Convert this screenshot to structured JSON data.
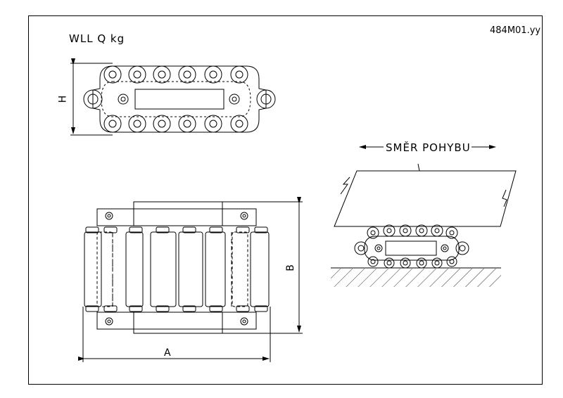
{
  "drawing": {
    "capacity_label": "WLL  Q  kg",
    "drawing_code": "484M01.yy",
    "direction_label": "SMĚR  POHYBU",
    "dim_a": "A",
    "dim_b": "B",
    "dim_h": "H"
  }
}
